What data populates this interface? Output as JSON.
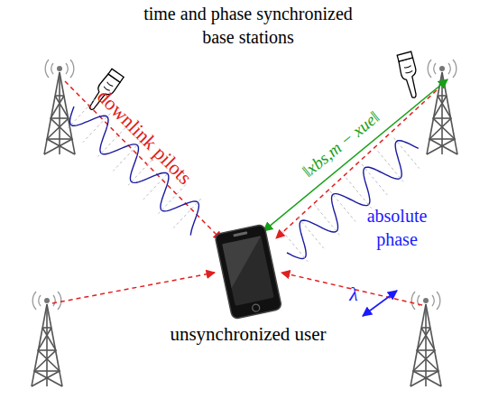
{
  "diagram": {
    "title": "time and phase synchronized base stations",
    "nodes": [
      {
        "text": [
          "unsynchronized user"
        ]
      }
    ],
    "labels": [
      "downlink pilots",
      "‖xbs,m − xue‖",
      "absolute phase",
      "λ"
    ]
  }
}
